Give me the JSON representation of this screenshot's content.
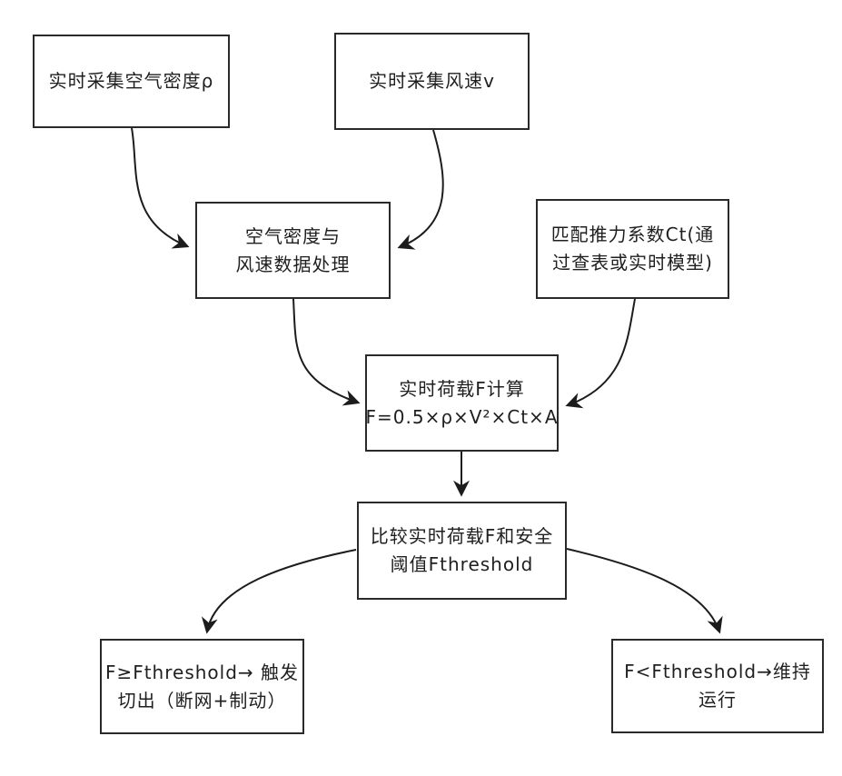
{
  "canvas": {
    "background": "#ffffff",
    "line_color": "#1c1c1c",
    "type": "flowchart"
  },
  "boxes": {
    "density": {
      "lines": [
        "实时采集空气密度ρ"
      ]
    },
    "windspeed": {
      "lines": [
        "实时采集风速v"
      ]
    },
    "processing": {
      "lines": [
        "空气密度与",
        "风速数据处理"
      ]
    },
    "thrust": {
      "lines": [
        "匹配推力系数Ct(通",
        "过查表或实时模型)"
      ]
    },
    "load_calc": {
      "lines": [
        "实时荷载F计算",
        "F=0.5×ρ×V²×Ct×A"
      ]
    },
    "compare": {
      "lines": [
        "比较实时荷载F和安全",
        "阈值Fthreshold"
      ]
    },
    "cutout": {
      "lines": [
        "F≥Fthreshold→ 触发",
        "切出（断网+制动）"
      ]
    },
    "maintain": {
      "lines": [
        "F<Fthreshold→维持",
        "运行"
      ]
    }
  },
  "edges": [
    {
      "from": "density",
      "to": "processing"
    },
    {
      "from": "windspeed",
      "to": "processing"
    },
    {
      "from": "processing",
      "to": "load_calc"
    },
    {
      "from": "thrust",
      "to": "load_calc"
    },
    {
      "from": "load_calc",
      "to": "compare"
    },
    {
      "from": "compare",
      "to": "cutout"
    },
    {
      "from": "compare",
      "to": "maintain"
    }
  ]
}
